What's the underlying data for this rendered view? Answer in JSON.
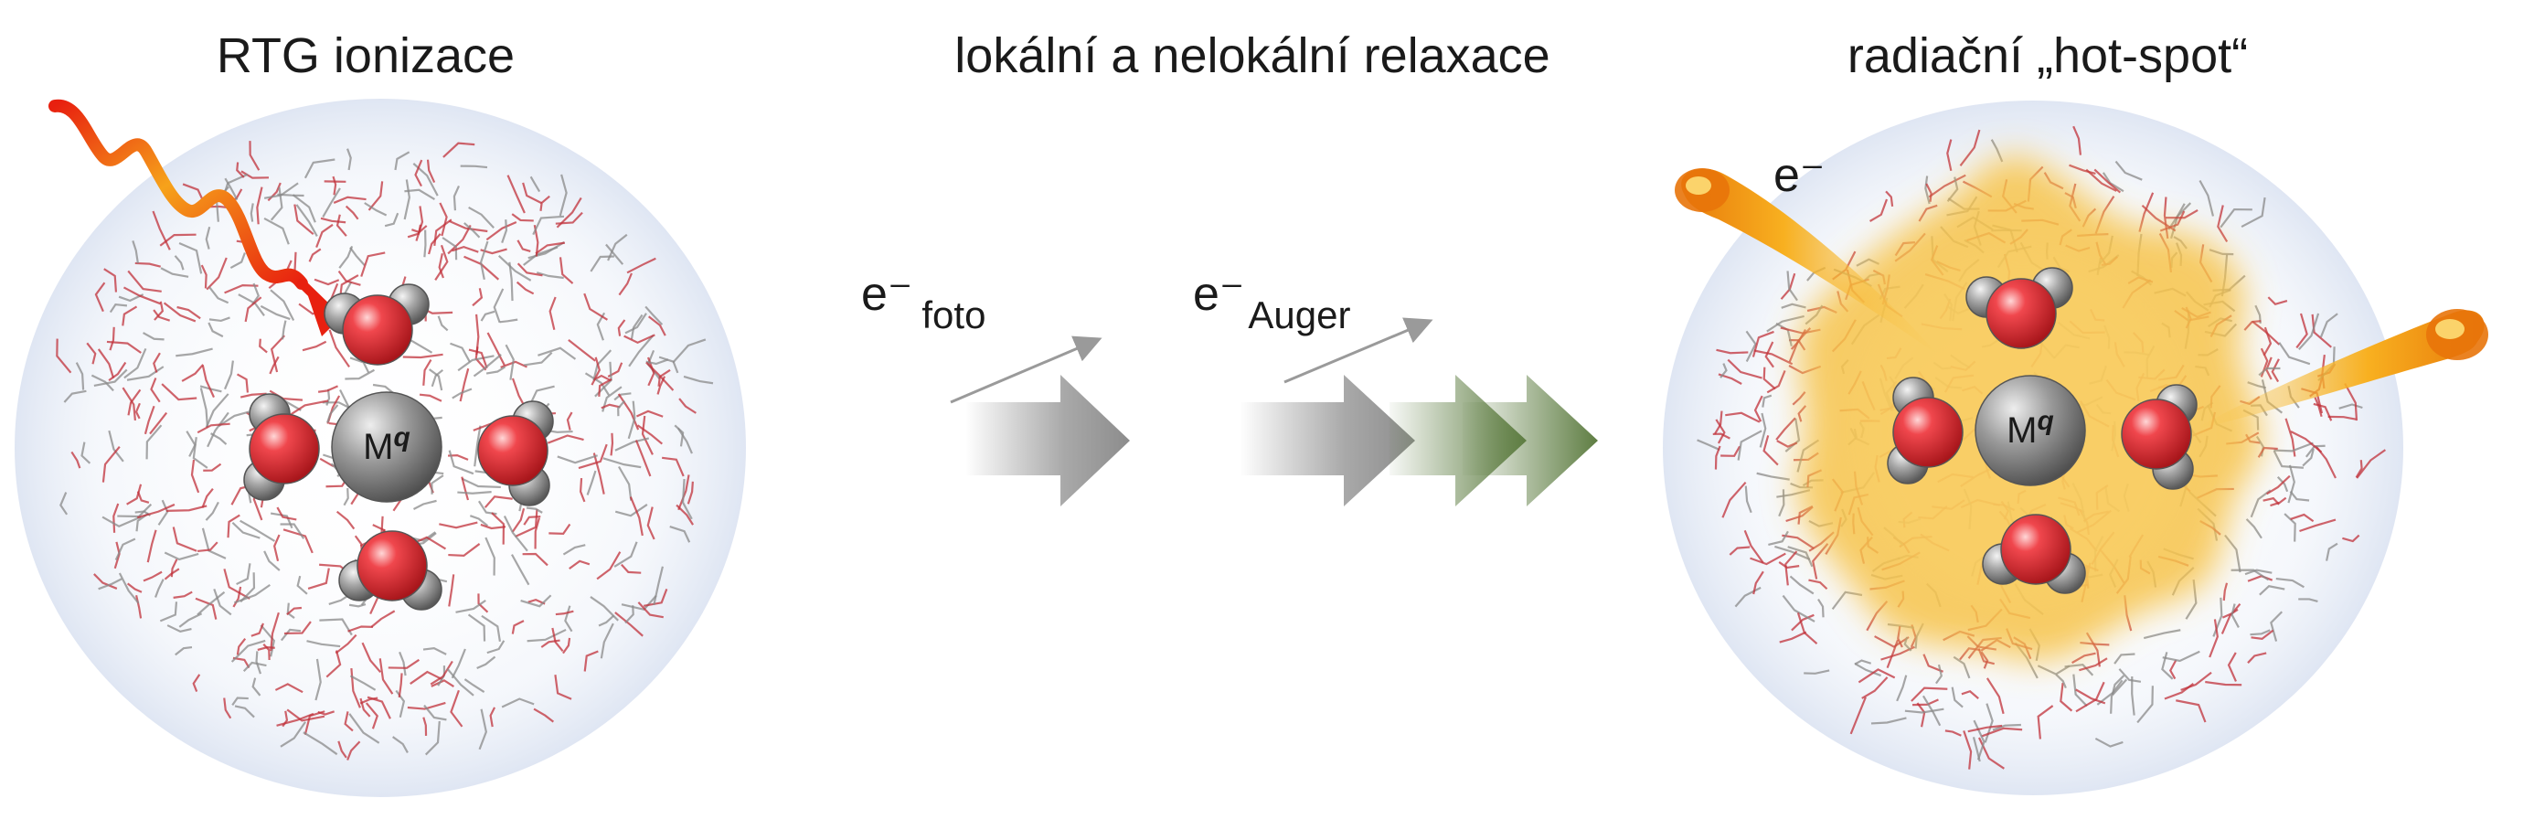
{
  "panels": {
    "left": {
      "title": "RTG ionizace"
    },
    "middle": {
      "title": "lokální a nelokální relaxace"
    },
    "right": {
      "title": "radiační „hot-spot“"
    }
  },
  "electrons": {
    "photo": {
      "symbol": "e⁻",
      "subscript": "foto"
    },
    "auger": {
      "symbol": "e⁻",
      "subscript": "Auger"
    },
    "hotspot": {
      "symbol": "e⁻"
    }
  },
  "ion": {
    "base": "M",
    "charge": "q"
  },
  "colors": {
    "oxygen": "#e2262d",
    "hydrogen": "#9b9b9b",
    "ion": "#8a8a8a",
    "xray_start": "#e8200f",
    "xray_end": "#f6a21a",
    "gray_arrow": "#8c8c8c",
    "green_arrow": "#5e7d42",
    "hotspot_glow": "#f7c34a",
    "sphere_tint": "#e7edf7"
  },
  "icons": [
    "xray-wave-icon",
    "photo-electron-icon",
    "auger-electron-icon",
    "electron-jet-icon"
  ]
}
